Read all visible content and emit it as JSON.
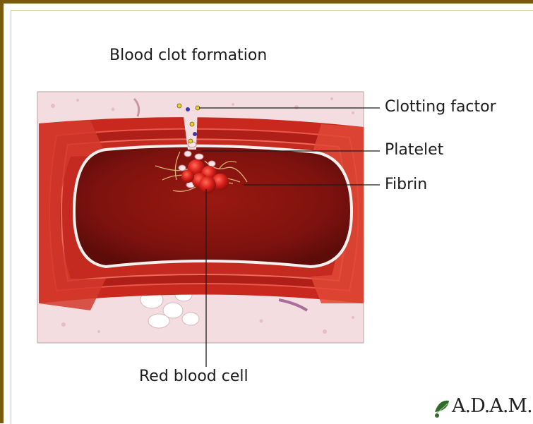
{
  "title": "Blood clot formation",
  "labels": {
    "clotting_factor": "Clotting factor",
    "platelet": "Platelet",
    "fibrin": "Fibrin",
    "red_blood_cell": "Red blood cell"
  },
  "logo": "A.D.A.M.",
  "colors": {
    "frame": "#7a5a0e",
    "vessel_wall": "#c8281e",
    "lumen": "#8a1410",
    "tissue": "#f3dde0"
  }
}
